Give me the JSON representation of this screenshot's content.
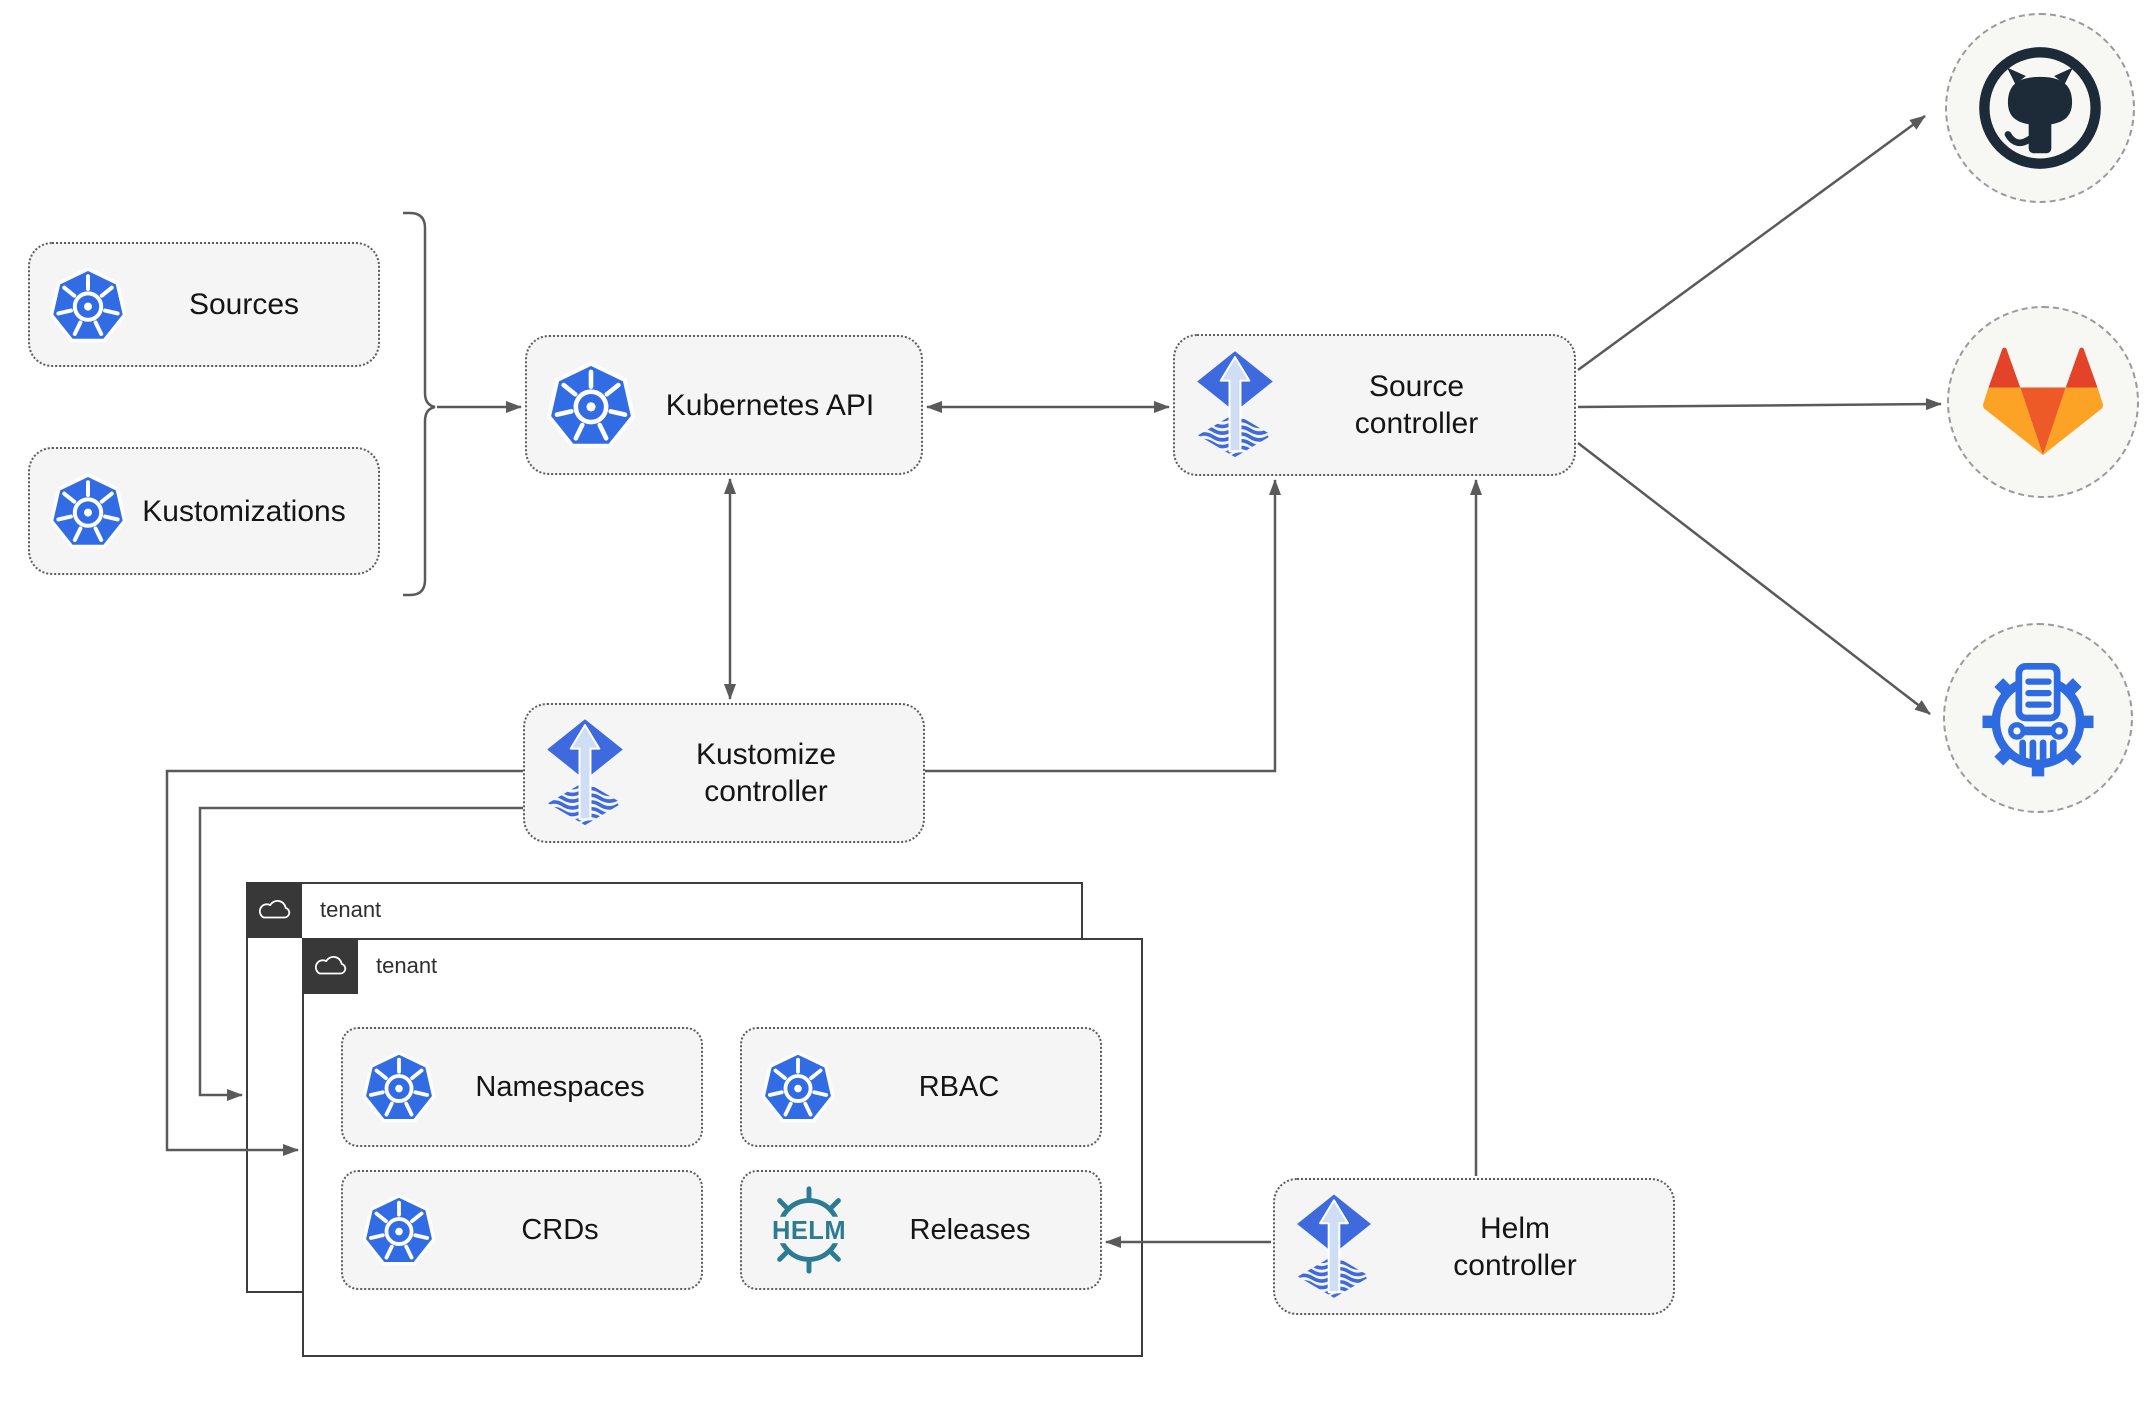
{
  "nodes": {
    "sources": {
      "label": "Sources"
    },
    "kustomizations": {
      "label": "Kustomizations"
    },
    "kubernetes_api": {
      "label": "Kubernetes API"
    },
    "source_controller": {
      "line1": "Source",
      "line2": "controller"
    },
    "kustomize_controller": {
      "line1": "Kustomize",
      "line2": "controller"
    },
    "helm_controller": {
      "line1": "Helm",
      "line2": "controller"
    },
    "namespaces": {
      "label": "Namespaces"
    },
    "rbac": {
      "label": "RBAC"
    },
    "crds": {
      "label": "CRDs"
    },
    "releases": {
      "label": "Releases"
    }
  },
  "tenants": {
    "back_label": "tenant",
    "front_label": "tenant"
  },
  "icon_text": {
    "helm_wheel": "HELM"
  },
  "icons": {
    "kubernetes": "kubernetes-icon",
    "flux": "flux-icon",
    "github": "github-icon",
    "gitlab": "gitlab-icon",
    "chartmuseum": "chartmuseum-icon",
    "helm": "helm-icon",
    "cloud": "cloud-icon"
  },
  "colors": {
    "kubernetes_blue": "#326ce5",
    "flux_blue": "#3e6ade",
    "flux_arrow_light": "#cfdef5",
    "helm_teal": "#2b7c92",
    "chartmuseum_blue": "#2f6be0",
    "github_dark": "#1d2b38",
    "gitlab_red": "#e24329",
    "gitlab_orange": "#ee5a27",
    "gitlab_amber": "#fca326",
    "arrow_gray": "#5a5a5a",
    "node_fill": "#f5f5f5",
    "tenant_header_dark": "#383838"
  }
}
